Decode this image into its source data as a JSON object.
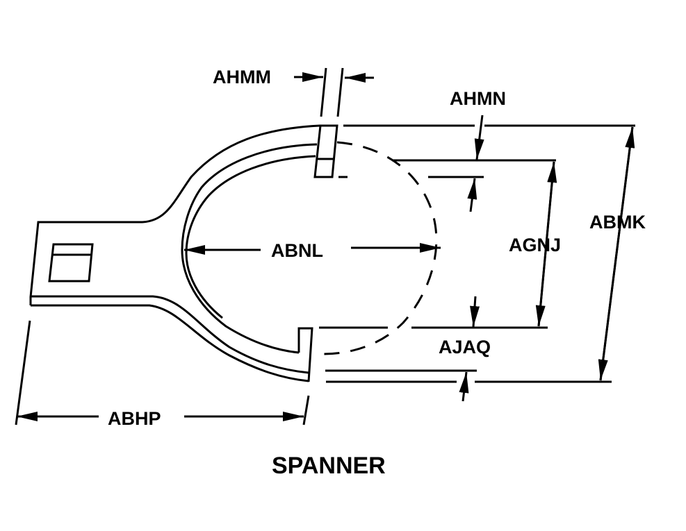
{
  "title": "SPANNER",
  "colors": {
    "ink": "#000000",
    "background": "#ffffff"
  },
  "dimension_labels": {
    "AHMM": "AHMM",
    "AHMN": "AHMN",
    "ABMK": "ABMK",
    "AGNJ": "AGNJ",
    "ABNL": "ABNL",
    "AJAQ": "AJAQ",
    "ABHP": "ABHP"
  }
}
